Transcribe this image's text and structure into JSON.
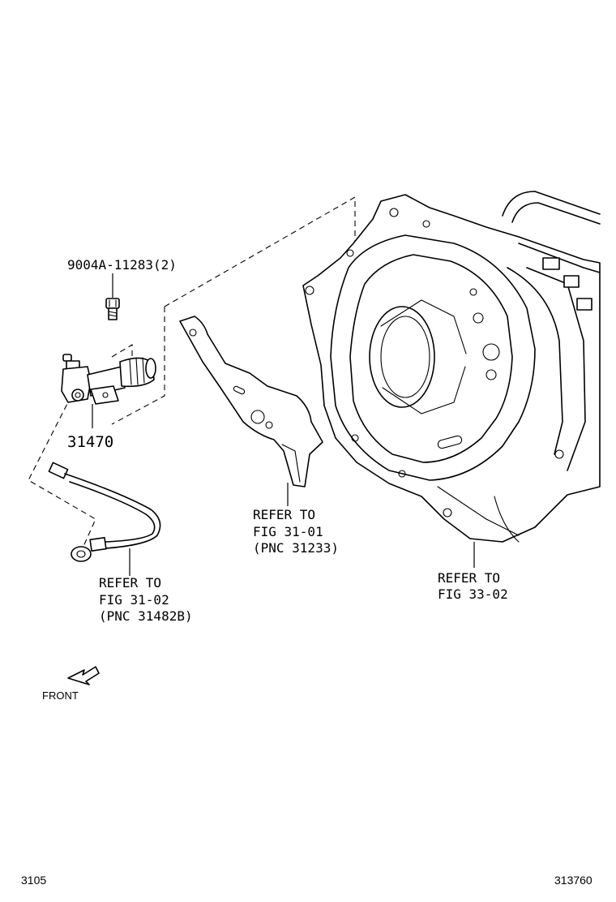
{
  "callouts": {
    "bolt": "9004A-11283(2)",
    "cylinder": "31470",
    "hose_line1": "REFER TO",
    "hose_line2": "FIG 31-02",
    "hose_line3": "(PNC 31482B)",
    "fork_line1": "REFER TO",
    "fork_line2": "FIG 31-01",
    "fork_line3": "(PNC 31233)",
    "housing_line1": "REFER TO",
    "housing_line2": "FIG 33-02"
  },
  "front_label": "FRONT",
  "footer": {
    "left": "3105",
    "right": "313760"
  }
}
